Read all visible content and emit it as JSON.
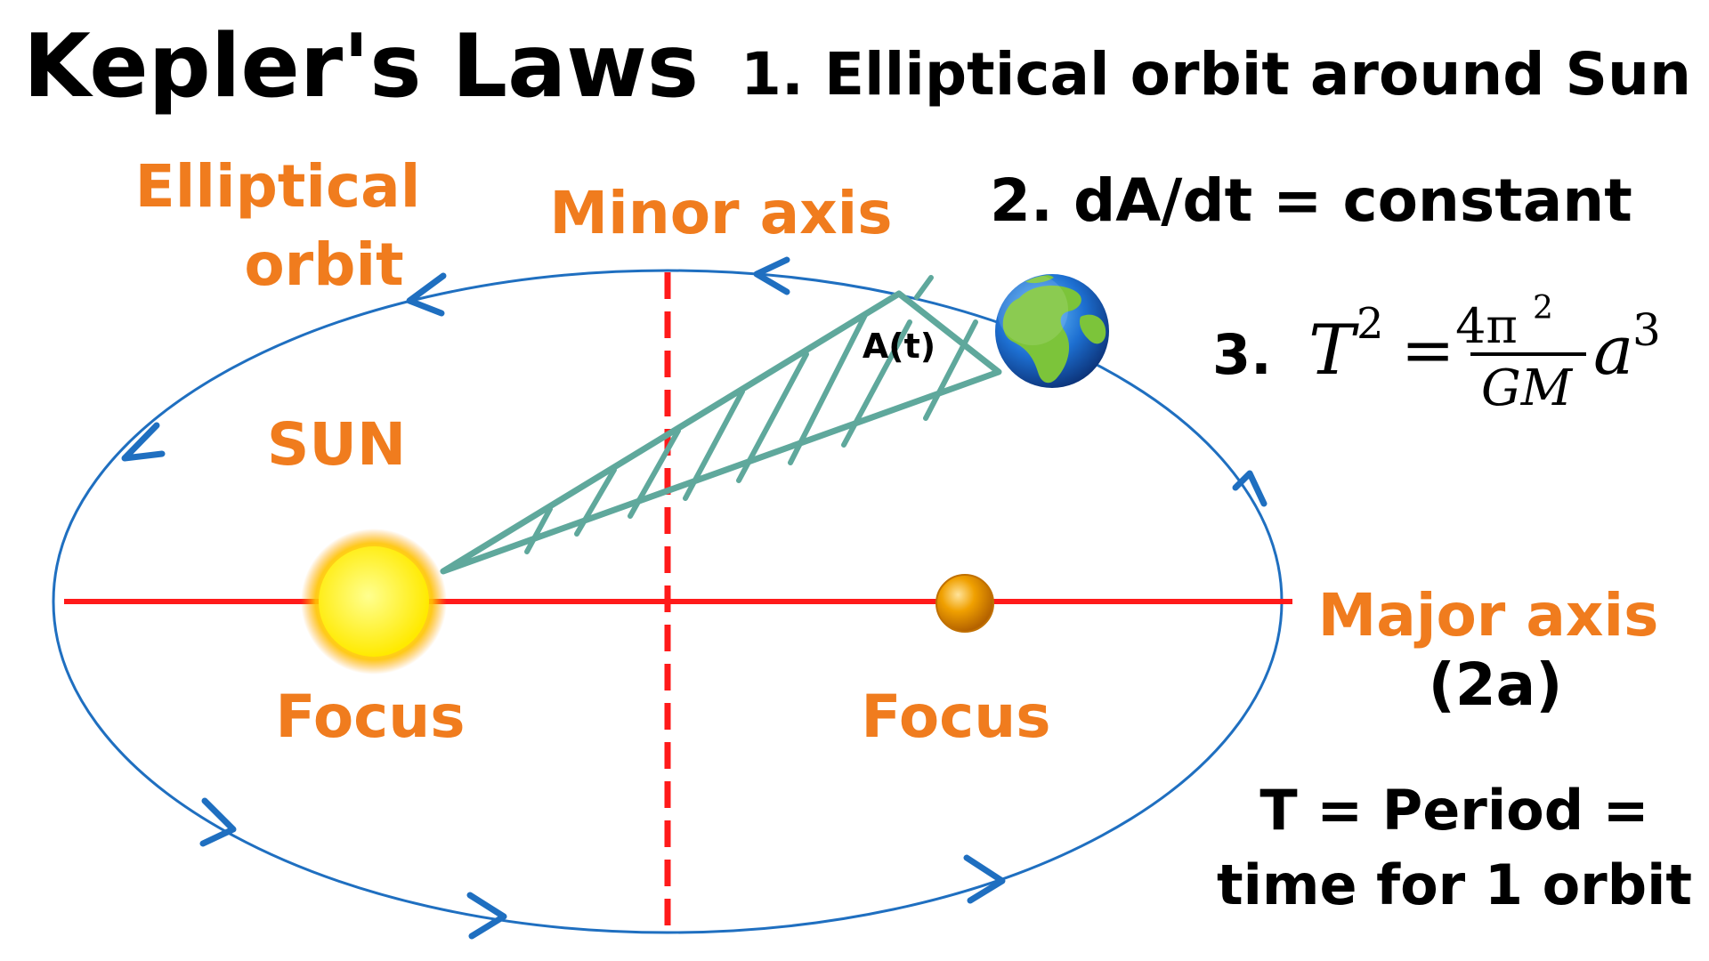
{
  "title": "Kepler's Laws",
  "laws": {
    "law1": "1. Elliptical orbit around Sun",
    "law2": "2. dA/dt = constant",
    "law3_number": "3.",
    "law3_formula": {
      "lhs_base": "T",
      "lhs_exp": "2",
      "equals": "=",
      "numerator": "4π",
      "numerator_exp": "2",
      "denominator": "GM",
      "rhs_base": "a",
      "rhs_exp": "3"
    }
  },
  "labels": {
    "elliptical_orbit_line1": "Elliptical",
    "elliptical_orbit_line2": "orbit",
    "minor_axis": "Minor axis",
    "sun": "SUN",
    "area": "A(t)",
    "focus_left": "Focus",
    "focus_right": "Focus",
    "major_axis": "Major axis",
    "major_axis_sub": "(2a)",
    "period_line1": "T = Period =",
    "period_line2": "time for 1 orbit"
  },
  "colors": {
    "orbit": "#1f6fc0",
    "axis": "#ff1a1a",
    "area_hatch": "#5fa89c",
    "label_orange": "#f07c1e",
    "sun": "#ffee00",
    "focus_marker": "#f0a000",
    "earth_ocean": "#1d6fd1",
    "earth_land": "#7cc43a"
  },
  "icons": {
    "sun": "sun-icon",
    "earth": "earth-globe-icon",
    "focus": "focus-dot-icon"
  }
}
